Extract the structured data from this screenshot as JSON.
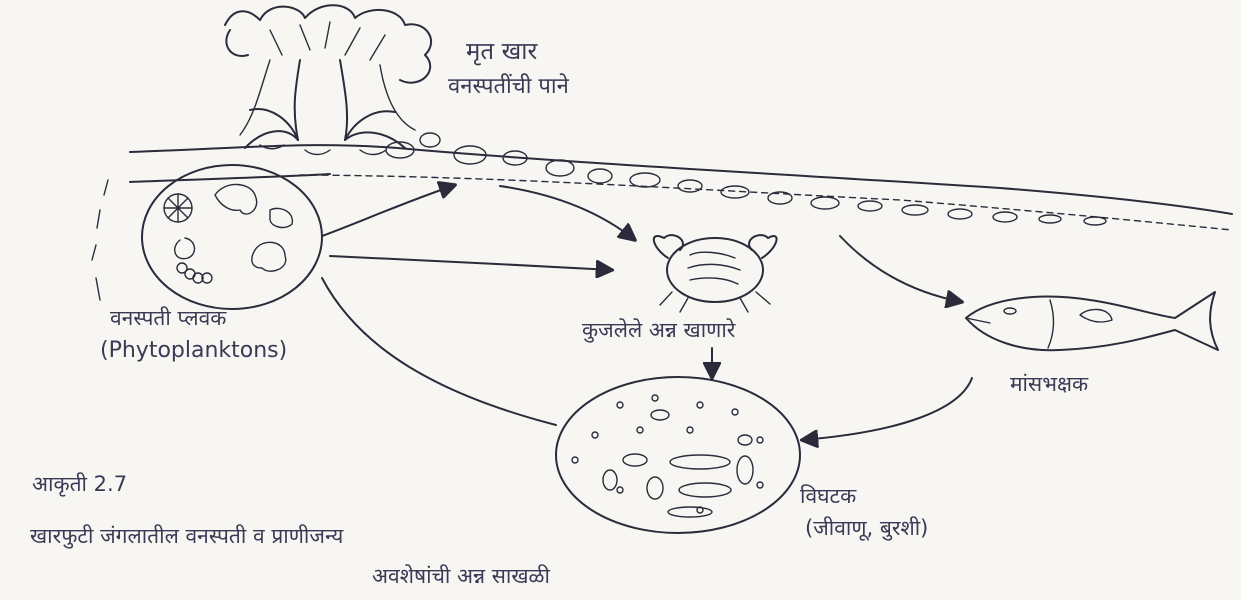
{
  "labels": {
    "dead_mangrove": "मृत खार",
    "dead_mangrove_line2": "वनस्पतींची पाने",
    "phytoplankton": "वनस्पती प्लवक",
    "phytoplankton_en": "(Phytoplanktons)",
    "detritivores": "कुजलेले अन्न खाणारे",
    "carnivores": "मांसभक्षक",
    "decomposers": "विघटक",
    "decomposers_examples": "(जीवाणू, बुरशी)",
    "figure_number": "आकृती 2.7",
    "caption_line1": "खारफुटी जंगलातील वनस्पती व प्राणीजन्य",
    "caption_line2": "अवशेषांची अन्न साखळी"
  },
  "colors": {
    "ink": "#2b2b3b",
    "paper": "#f7f6f3"
  }
}
